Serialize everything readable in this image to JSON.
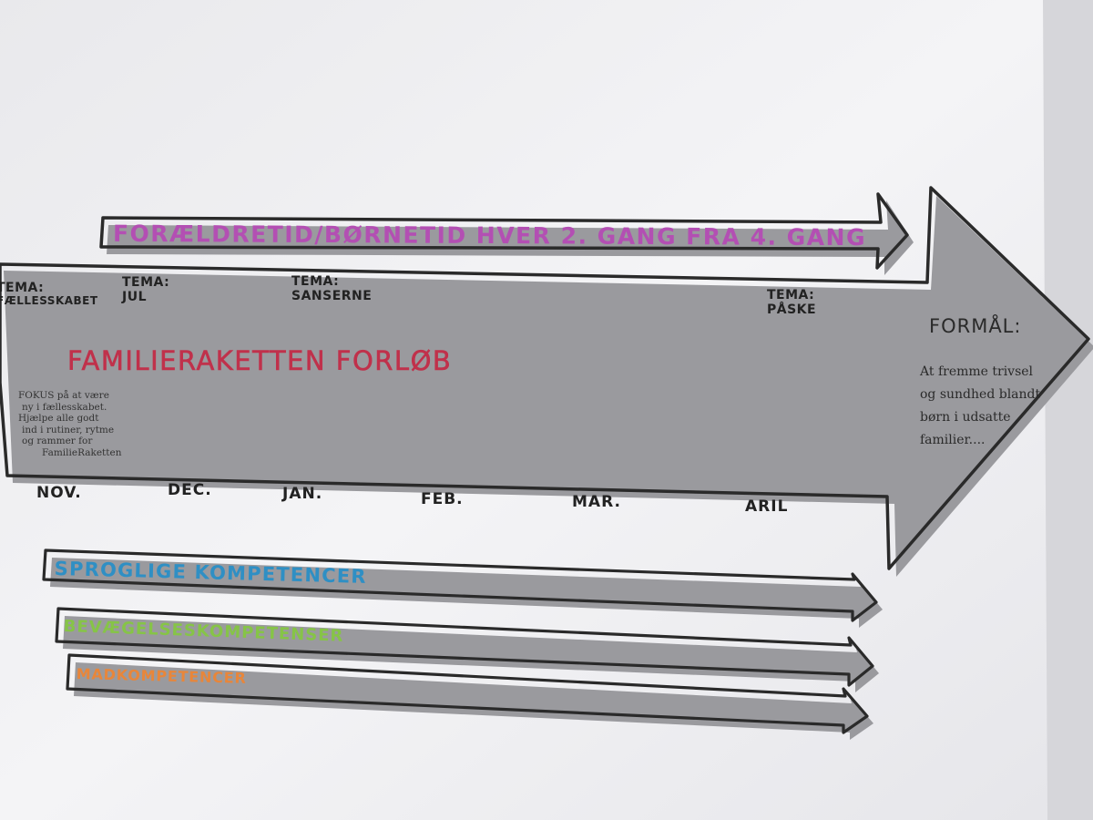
{
  "top_banner": {
    "text": "FORÆLDRETID/BØRNETID  HVER 2. GANG FRA 4. GANG",
    "color": "#b34fb3"
  },
  "themes": [
    {
      "label": "TEMA:",
      "value": "FÆLLESSKABET"
    },
    {
      "label": "TEMA:",
      "value": "JUL"
    },
    {
      "label": "TEMA:",
      "value": "SANSERNE"
    },
    {
      "label": "TEMA:",
      "value": "PÅSKE"
    }
  ],
  "main_title": {
    "text": "FAMILIERAKETTEN  FORLØB",
    "color": "#c0314b"
  },
  "focus_note": [
    "FOKUS på at være",
    "ny i fællesskabet.",
    "Hjælpe alle godt",
    "ind i rutiner, rytme",
    "og rammer for",
    "FamilieRaketten"
  ],
  "months": [
    "NOV.",
    "DEC.",
    "JAN.",
    "FEB.",
    "MAR.",
    "ARIL"
  ],
  "purpose": {
    "heading": "FORMÅL:",
    "lines": [
      "At fremme trivsel",
      "og sundhed blandt",
      "børn i udsatte",
      "familier...."
    ]
  },
  "competence_arrows": [
    {
      "text": "SPROGLIGE  KOMPETENCER",
      "color": "#2f8fc4"
    },
    {
      "text": "BEVÆGELSESKOMPETENSER",
      "color": "#86c447"
    },
    {
      "text": "MADKOMPETENCER",
      "color": "#e8863a"
    }
  ],
  "colors": {
    "ink": "#2a2a2a",
    "paper": "#f1f1f3",
    "shadow": "#9a9a9e"
  }
}
